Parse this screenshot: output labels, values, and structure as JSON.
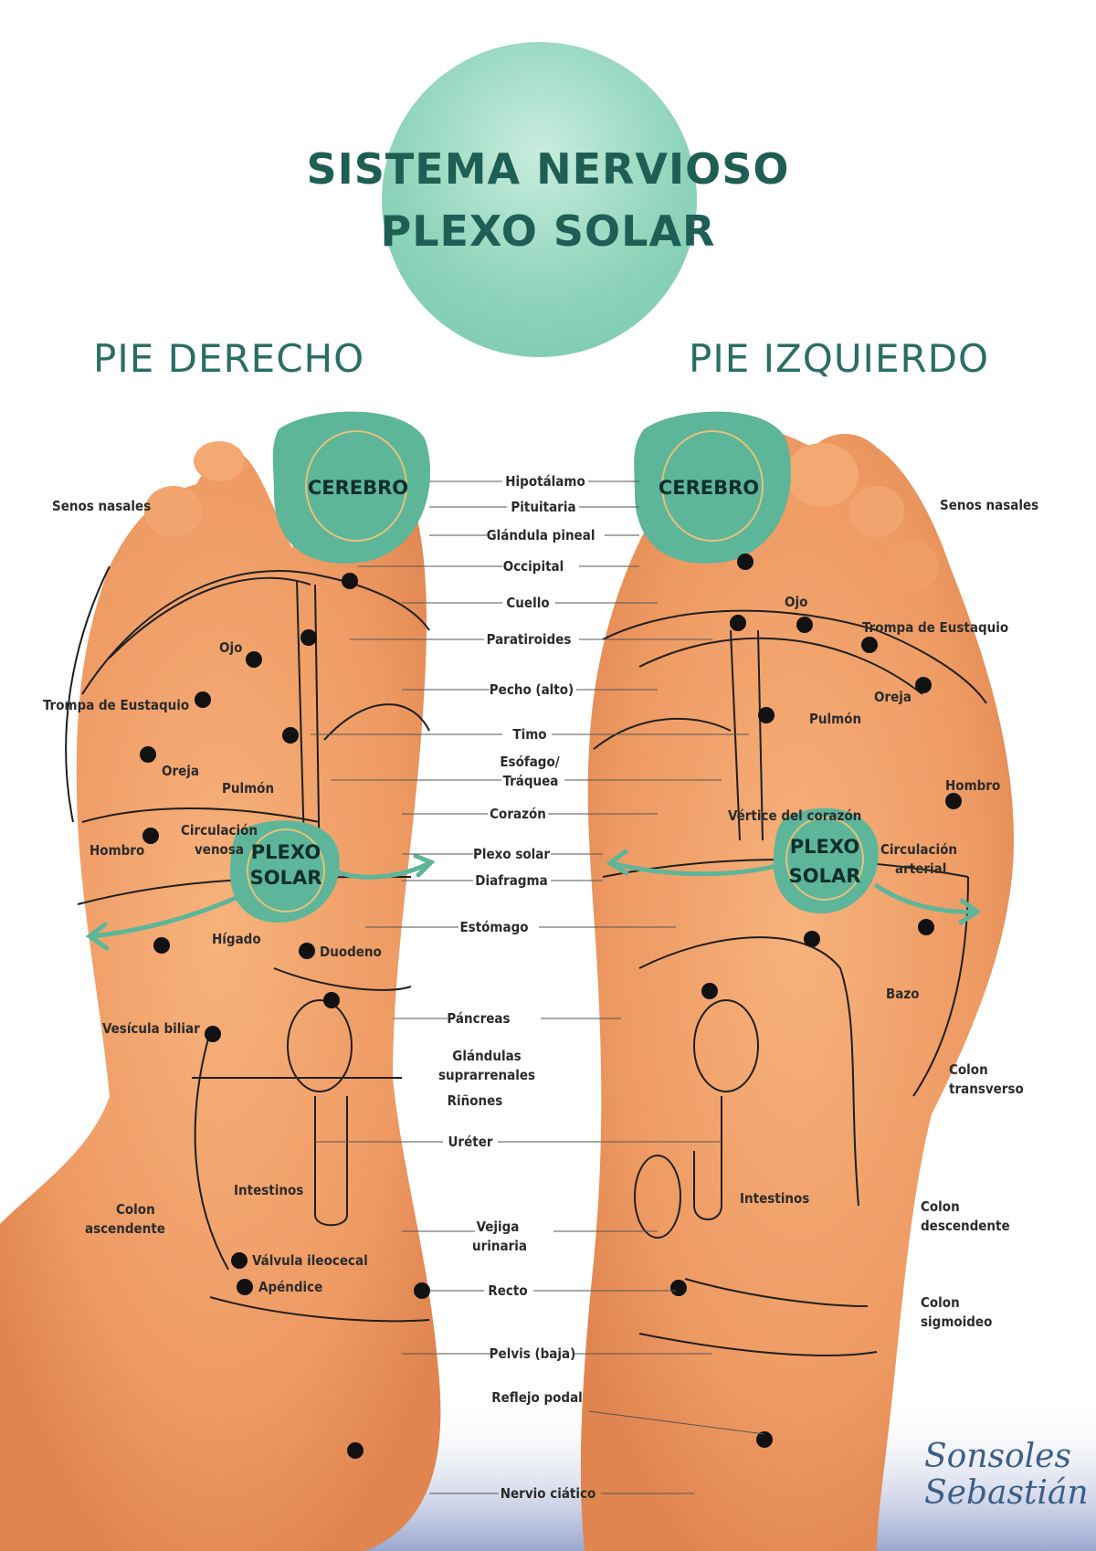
{
  "title": {
    "line1": "SISTEMA NERVIOSO",
    "line2": "PLEXO SOLAR"
  },
  "feet": {
    "right": "PIE DERECHO",
    "left": "PIE IZQUIERDO"
  },
  "zones": {
    "brain": "CEREBRO",
    "plexus_line1": "PLEXO",
    "plexus_line2": "SOLAR"
  },
  "labels": {
    "hipotalamo": "Hipotálamo",
    "pituitaria": "Pituitaria",
    "glandula_pineal": "Glándula pineal",
    "occipital": "Occipital",
    "cuello": "Cuello",
    "paratiroides": "Paratiroides",
    "pecho": "Pecho (alto)",
    "timo": "Timo",
    "esofago1": "Esófago/",
    "esofago2": "Tráquea",
    "corazon": "Corazón",
    "plexo_solar": "Plexo solar",
    "diafragma": "Diafragma",
    "estomago": "Estómago",
    "pancreas": "Páncreas",
    "glandulas1": "Glándulas",
    "glandulas2": "suprarrenales",
    "rinones": "Riñones",
    "ureter": "Uréter",
    "vejiga1": "Vejiga",
    "vejiga2": "urinaria",
    "recto": "Recto",
    "pelvis": "Pelvis (baja)",
    "reflejo": "Reflejo podal",
    "ciatico": "Nervio ciático",
    "senos": "Senos nasales",
    "ojo": "Ojo",
    "trompa": "Trompa de Eustaquio",
    "oreja": "Oreja",
    "pulmon": "Pulmón",
    "hombro": "Hombro",
    "circ_venosa1": "Circulación",
    "circ_venosa2": "venosa",
    "higado": "Hígado",
    "duodeno": "Duodeno",
    "vesicula": "Vesícula biliar",
    "colon_asc1": "Colon",
    "colon_asc2": "ascendente",
    "intestinos": "Intestinos",
    "valvula": "Válvula ileocecal",
    "apendice": "Apéndice",
    "vertice": "Vértice del corazón",
    "circ_art1": "Circulación",
    "circ_art2": "arterial",
    "bazo": "Bazo",
    "colon_trans1": "Colon",
    "colon_trans2": "transverso",
    "colon_desc1": "Colon",
    "colon_desc2": "descendente",
    "colon_sig1": "Colon",
    "colon_sig2": "sigmoideo"
  },
  "logo": {
    "line1": "Sonsoles",
    "line2": "Sebastián"
  },
  "colors": {
    "title": "#1f5e54",
    "zone": "#5db59a",
    "skin": "#f0a06a"
  }
}
